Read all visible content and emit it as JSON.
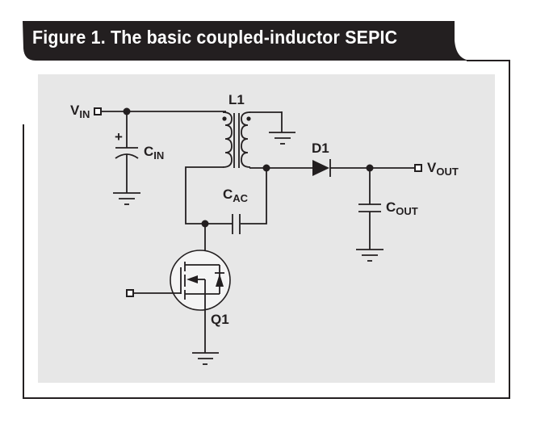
{
  "figure": {
    "title": "Figure 1. The basic coupled-inductor SEPIC",
    "colors": {
      "header_bg": "#231f20",
      "panel_bg": "#e7e7e7",
      "wire": "#231f20",
      "component_fill": "#f4f4f4"
    }
  },
  "circuit": {
    "labels": {
      "vin": {
        "main": "V",
        "sub": "IN"
      },
      "cin": {
        "main": "C",
        "sub": "IN"
      },
      "cin_polarity": "+",
      "l1": "L1",
      "d1": "D1",
      "vout": {
        "main": "V",
        "sub": "OUT"
      },
      "cac": {
        "main": "C",
        "sub": "AC"
      },
      "cout": {
        "main": "C",
        "sub": "OUT"
      },
      "q1": "Q1"
    },
    "components": [
      {
        "id": "VIN",
        "type": "input-terminal"
      },
      {
        "id": "CIN",
        "type": "polarized-capacitor"
      },
      {
        "id": "L1",
        "type": "coupled-inductor"
      },
      {
        "id": "CAC",
        "type": "capacitor"
      },
      {
        "id": "Q1",
        "type": "n-channel-mosfet"
      },
      {
        "id": "D1",
        "type": "diode"
      },
      {
        "id": "COUT",
        "type": "capacitor"
      },
      {
        "id": "VOUT",
        "type": "output-terminal"
      },
      {
        "id": "GATE",
        "type": "gate-terminal"
      }
    ]
  }
}
